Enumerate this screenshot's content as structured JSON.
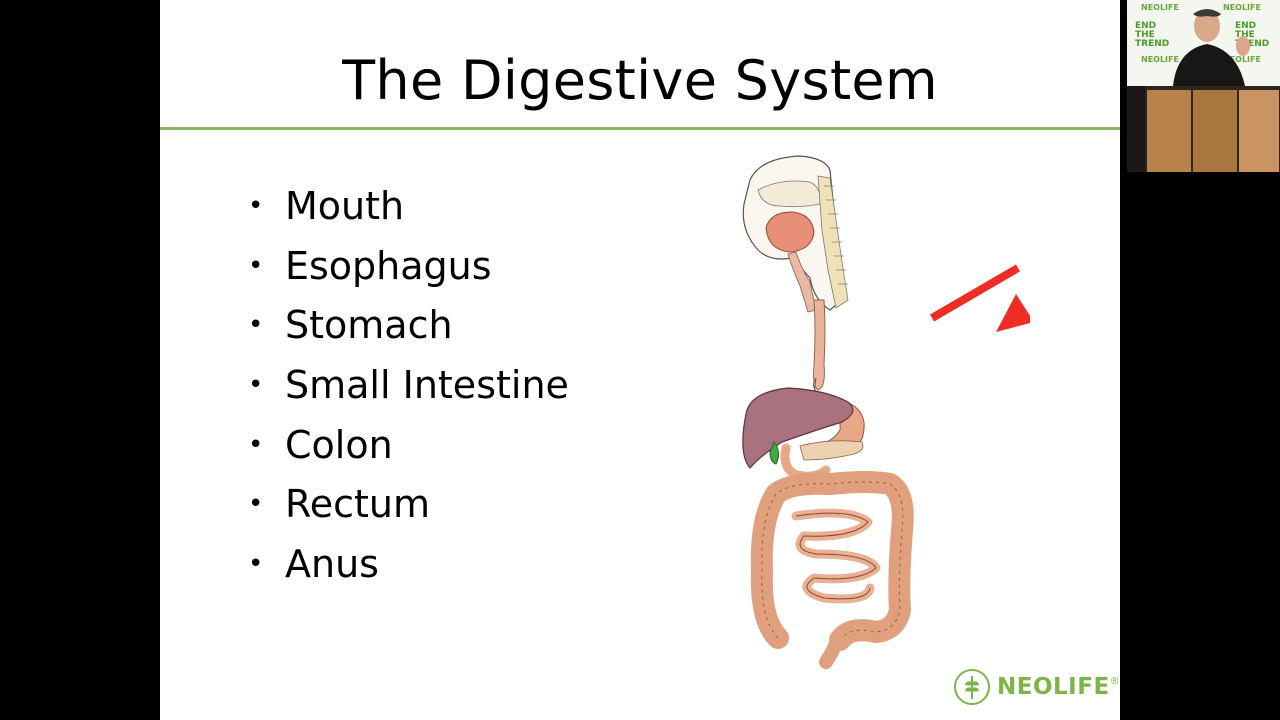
{
  "slide": {
    "title": "The Digestive System",
    "bullets": [
      "Mouth",
      "Esophagus",
      "Stomach",
      "Small Intestine",
      "Colon",
      "Rectum",
      "Anus"
    ],
    "bullet_char": "•",
    "logo_text": "NEOLIFE",
    "logo_mark": "®",
    "accent_color": "#8fb35d",
    "arrow_color": "#ee2e24"
  },
  "video": {
    "backdrop_logo": "NEOLIFE",
    "backdrop_tagline": "END THE TREND"
  },
  "icons": {
    "anatomy": "digestive-tract-illustration",
    "arrow": "red-arrow-icon",
    "logo": "wheat-leaf-icon"
  }
}
